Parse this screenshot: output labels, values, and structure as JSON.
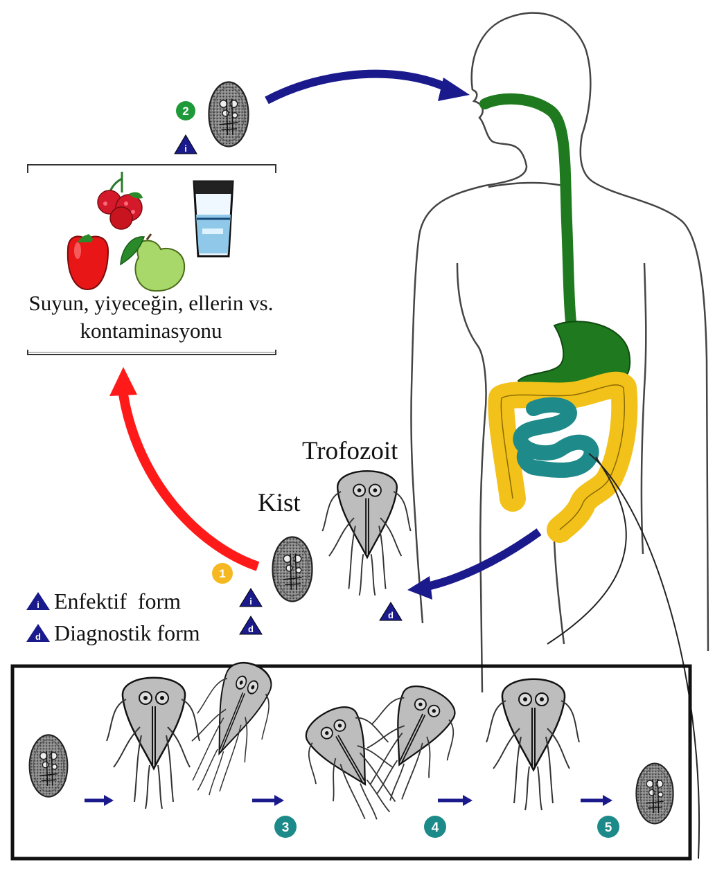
{
  "caption": {
    "line1": "Suyun, yiyeceğin, ellerin vs.",
    "line2": "kontaminasyonu"
  },
  "labels": {
    "trofozoit": "Trofozoit",
    "kist": "Kist"
  },
  "legend": {
    "infective": {
      "symbol": "i",
      "label": "Enfektif  form"
    },
    "diagnostic": {
      "symbol": "d",
      "label": "Diagnostik form"
    }
  },
  "steps": [
    "1",
    "2",
    "3",
    "4",
    "5"
  ],
  "badges": {
    "infective": "i",
    "diagnostic": "d"
  },
  "colors": {
    "navy_arrow": "#1a1a8c",
    "red_arrow": "#ff1a1a",
    "step1": "#f5b820",
    "step2": "#1f9a3a",
    "step_teal": "#1d8a8a",
    "esophagus_stomach": "#1f7a1f",
    "small_intestine": "#1f8a8a",
    "large_intestine": "#f2c21a",
    "badge_triangle": "#1a1a8c"
  }
}
